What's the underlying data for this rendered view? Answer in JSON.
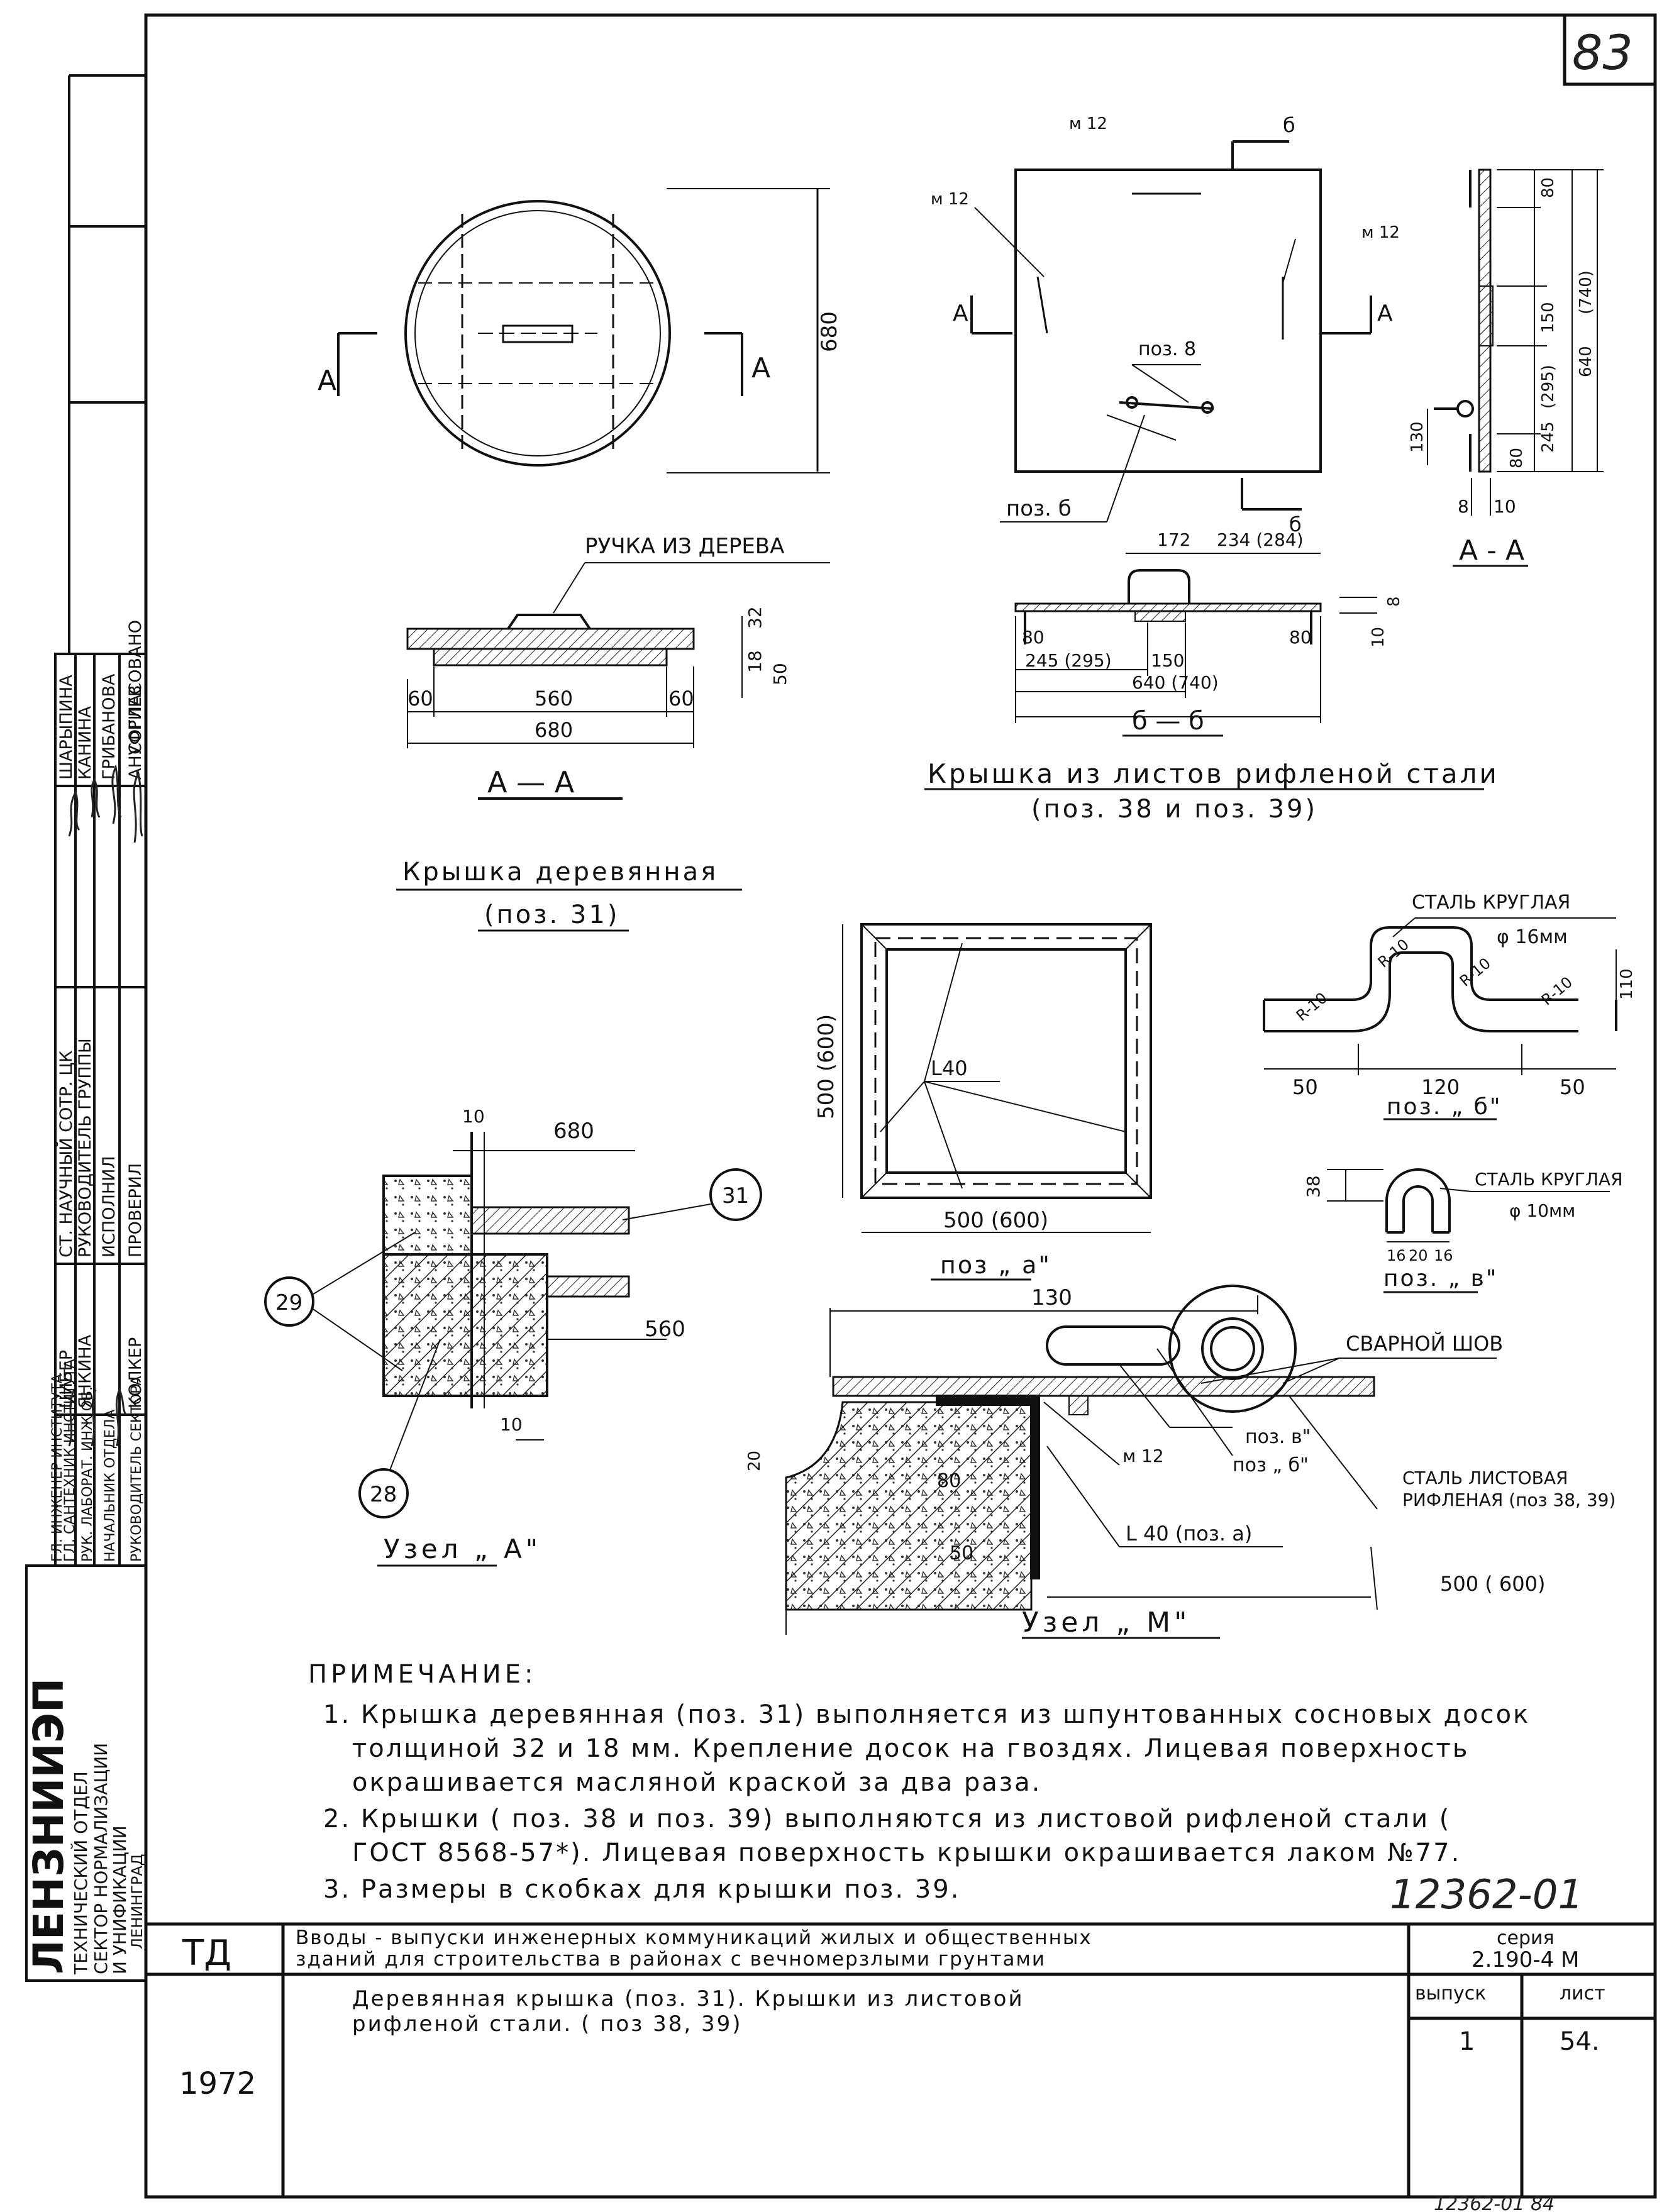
{
  "sheet_number": "83",
  "drawings": {
    "round_lid": {
      "section_mark": "А",
      "dim_height": "680"
    },
    "wood_section": {
      "handle_label": "РУЧКА ИЗ ДЕРЕВА",
      "dim_32": "32",
      "dim_18": "18",
      "dim_50": "50",
      "dim_60_left": "60",
      "dim_60_right": "60",
      "dim_560": "560",
      "dim_680": "680",
      "section_title": "А — А",
      "caption_line1": "Крышка деревянная",
      "caption_line2": "(поз. 31)"
    },
    "steel_plan": {
      "m12_top": "м 12",
      "m12_left": "м 12",
      "m12_right": "м 12",
      "cut_b": "б",
      "cut_a": "А",
      "poz8": "поз. 8",
      "poz6": "поз. б"
    },
    "side_section": {
      "dims": [
        "80",
        "150",
        "(740)",
        "640",
        "(295)",
        "245",
        "80",
        "130",
        "8",
        "10"
      ],
      "title": "А - А"
    },
    "bb_section": {
      "dim_172": "172",
      "dim_234": "234 (284)",
      "dim_80_left": "80",
      "dim_80_right": "80",
      "dim_8": "8",
      "dim_10": "10",
      "dim_245": "245 (295)",
      "dim_150": "150",
      "dim_640": "640 (740)",
      "title": "б — б",
      "caption_line1": "Крышка из листов рифленой стали",
      "caption_line2": "(поз. 38 и поз. 39)"
    },
    "node_a": {
      "dim_10": "10",
      "dim_680": "680",
      "dim_560": "560",
      "dim_10b": "10",
      "bubble_31": "31",
      "bubble_29": "29",
      "bubble_28": "28",
      "title": "Узел „ А\""
    },
    "frame_a": {
      "label_l40": "L40",
      "dim_side": "500 (600)",
      "dim_bottom": "500 (600)",
      "caption": "поз „ а\""
    },
    "handle_b": {
      "label_steel": "СТАЛЬ КРУГЛАЯ",
      "label_dia": "φ 16мм",
      "r_labels": [
        "R-10",
        "R-10",
        "R-10",
        "R-10"
      ],
      "dim_110": "110",
      "dim_50_left": "50",
      "dim_120": "120",
      "dim_50_right": "50",
      "caption": "поз. „ б\""
    },
    "loop_v": {
      "dim_38": "38",
      "dims_bottom": [
        "16",
        "20",
        "16"
      ],
      "label_steel": "СТАЛЬ КРУГЛАЯ",
      "label_dia": "φ 10мм",
      "caption": "поз. „ в\""
    },
    "node_m": {
      "dim_130": "130",
      "weld_label": "СВАРНОЙ ШОВ",
      "poz_v": "поз. в\"",
      "poz_b": "поз „ б\"",
      "label_sheet1": "СТАЛЬ ЛИСТОВАЯ",
      "label_sheet2": "РИФЛЕНАЯ (поз 38, 39)",
      "m12": "м 12",
      "dim_20": "20",
      "dim_80": "80",
      "dim_50": "50",
      "l40": "L 40 (поз. а)",
      "dim_500": "500 ( 600)",
      "title": "Узел „ М\""
    }
  },
  "notes": {
    "heading": "ПРИМЕЧАНИЕ:",
    "items": [
      "1. Крышка деревянная (поз. 31) выполняется из шпунтованных сосновых досок толщиной 32 и 18 мм. Крепление досок на гвоздях. Лицевая поверхность окрашивается масляной краской за два раза.",
      "2. Крышки ( поз. 38 и поз. 39) выполняются из листовой рифленой стали ( ГОСТ 8568-57*). Лицевая поверхность крышки окрашивается лаком №77.",
      "3. Размеры в скобках для крышки поз. 39."
    ]
  },
  "handwritten_number": "12362-01",
  "title_block": {
    "code": "ТД",
    "year": "1972",
    "title_line1": "Вводы - выпуски инженерных коммуникаций жилых и общественных",
    "title_line2": "зданий для строительства в районах с вечномерзлыми грунтами",
    "sheet_title_line1": "Деревянная крышка (поз. 31). Крышки из листовой",
    "sheet_title_line2": "рифленой стали. ( поз 38, 39)",
    "series_label": "серия",
    "series_value": "2.190-4 М",
    "issue_label": "выпуск",
    "issue_value": "1",
    "sheet_label": "лист",
    "sheet_value": "54."
  },
  "side_stamp": {
    "org_name": "ЛЕНЗНИИЭП",
    "org_dept": [
      "ТЕХНИЧЕСКИЙ ОТДЕЛ",
      "СЕКТОР НОРМАЛИЗАЦИИ",
      "И УНИФИКАЦИИ",
      "ЛЕНИНГРАД"
    ],
    "roles_left": [
      "ГЛ. ИНЖЕНЕР ИНСТИТУТА",
      "ГЛ. САНТЕХНИК ИНСТИТУТА",
      "РУК. ЛАБОРАТ. ИНЖ ОБ.",
      "НАЧАЛЬНИК ОТДЕЛА",
      "РУКОВОДИТЕЛЬ СЕКТОРА"
    ],
    "names_left": [
      "ЦИБЕР",
      "ЯНКИНА",
      "КОЛКЕР"
    ],
    "roles_right": [
      "СТ. НАУЧНЫЙ СОТР. ЦК",
      "РУКОВОДИТЕЛЬ ГРУППЫ",
      "ИСПОЛНИЛ",
      "ПРОВЕРИЛ"
    ],
    "names_right": [
      "ШАРЫПИНА",
      "КАНИНА",
      "ГРИБАНОВА",
      "АНУФРИЕВ"
    ],
    "agreed": "СОГЛАСОВАНО"
  },
  "bottom_stamp": "12362-01  84"
}
